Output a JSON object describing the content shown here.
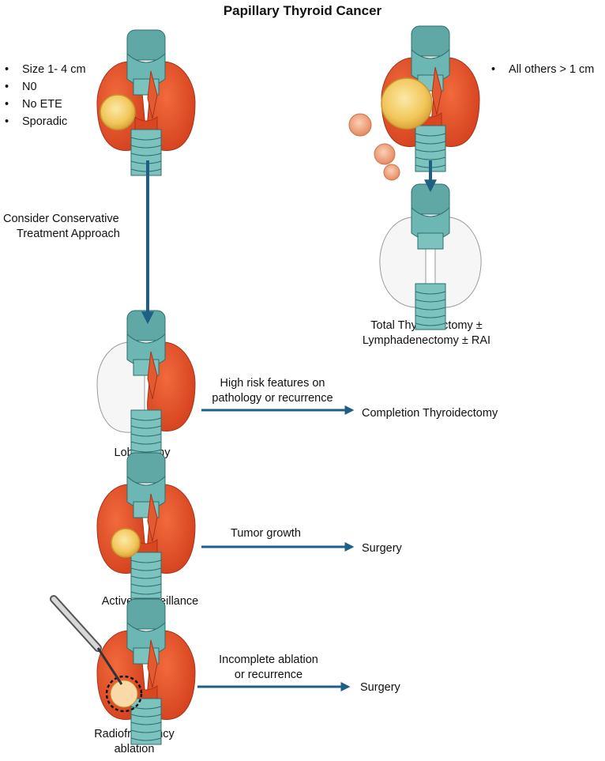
{
  "title": "Papillary Thyroid Cancer",
  "left_criteria": [
    "Size 1- 4 cm",
    "N0",
    "No ETE",
    "Sporadic"
  ],
  "right_criteria": [
    "All others > 1 cm"
  ],
  "conservative_label": [
    "Consider Conservative",
    "Treatment Approach"
  ],
  "total_thyroidectomy_label": [
    "Total Thyroidectomy ±",
    "Lymphadenectomy ± RAI"
  ],
  "lobectomy": {
    "label": "Lobectomy",
    "arrow_label": [
      "High risk features on",
      "pathology or recurrence"
    ],
    "outcome": "Completion Thyroidectomy"
  },
  "active_surveillance": {
    "label": "Active Surveillance",
    "arrow_label": [
      "Tumor growth"
    ],
    "outcome": "Surgery"
  },
  "radiofrequency_ablation": {
    "label": [
      "Radiofrequency",
      "ablation"
    ],
    "arrow_label": [
      "Incomplete ablation",
      "or recurrence"
    ],
    "outcome": "Surgery"
  },
  "colors": {
    "arrow": "#1f5f86",
    "thyroid": "#e8522a",
    "trachea": "#5fa8a6",
    "removed_lobe": "#f4f4f4",
    "nodule": "#f4d26a"
  }
}
